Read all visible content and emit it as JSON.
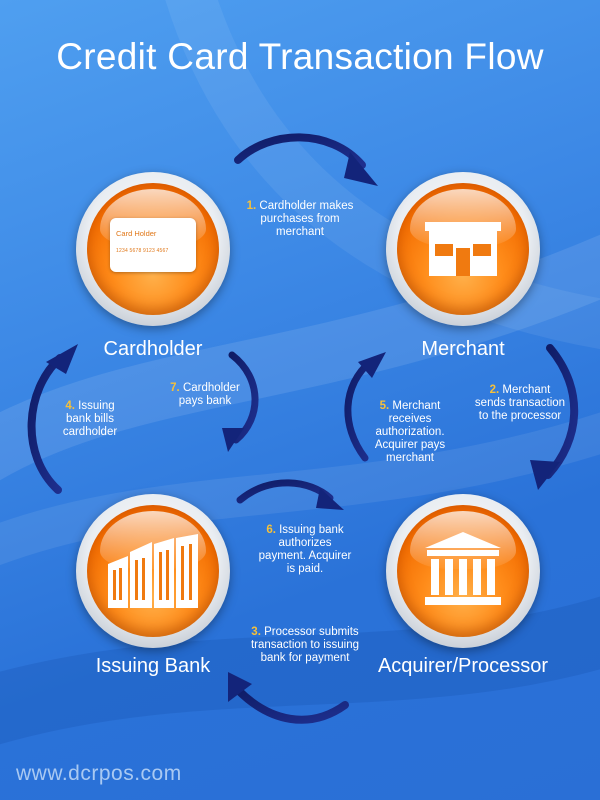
{
  "title": "Credit Card Transaction Flow",
  "nodes": {
    "cardholder": {
      "label": "Cardholder",
      "card_holder_text": "Card Holder",
      "card_number_text": "1234 5678 9123 4567",
      "icon": "credit-card-icon"
    },
    "merchant": {
      "label": "Merchant",
      "icon": "storefront-icon"
    },
    "acquirer": {
      "label": "Acquirer/Processor",
      "icon": "bank-building-icon"
    },
    "issuing_bank": {
      "label": "Issuing Bank",
      "icon": "office-buildings-icon"
    }
  },
  "steps": [
    {
      "num": "1.",
      "lines": [
        "Cardholder makes",
        "purchases from",
        "merchant"
      ]
    },
    {
      "num": "2.",
      "lines": [
        "Merchant",
        "sends transaction",
        "to the processor"
      ]
    },
    {
      "num": "3.",
      "lines": [
        "Processor submits",
        "transaction to issuing",
        "bank for payment"
      ]
    },
    {
      "num": "4.",
      "lines": [
        "Issuing",
        "bank bills",
        "cardholder"
      ]
    },
    {
      "num": "5.",
      "lines": [
        "Merchant",
        "receives",
        "authorization.",
        "Acquirer pays",
        "merchant"
      ]
    },
    {
      "num": "6.",
      "lines": [
        "Issuing bank",
        "authorizes",
        "payment. Acquirer",
        "is paid."
      ]
    },
    {
      "num": "7.",
      "lines": [
        "Cardholder",
        "pays bank"
      ]
    }
  ],
  "footer": "www.dcrpos.com",
  "colors": {
    "accent_number": "#f6c13a",
    "arrow": "#13247a",
    "orb": "#ff8c1a",
    "background": "#3d89e6"
  }
}
